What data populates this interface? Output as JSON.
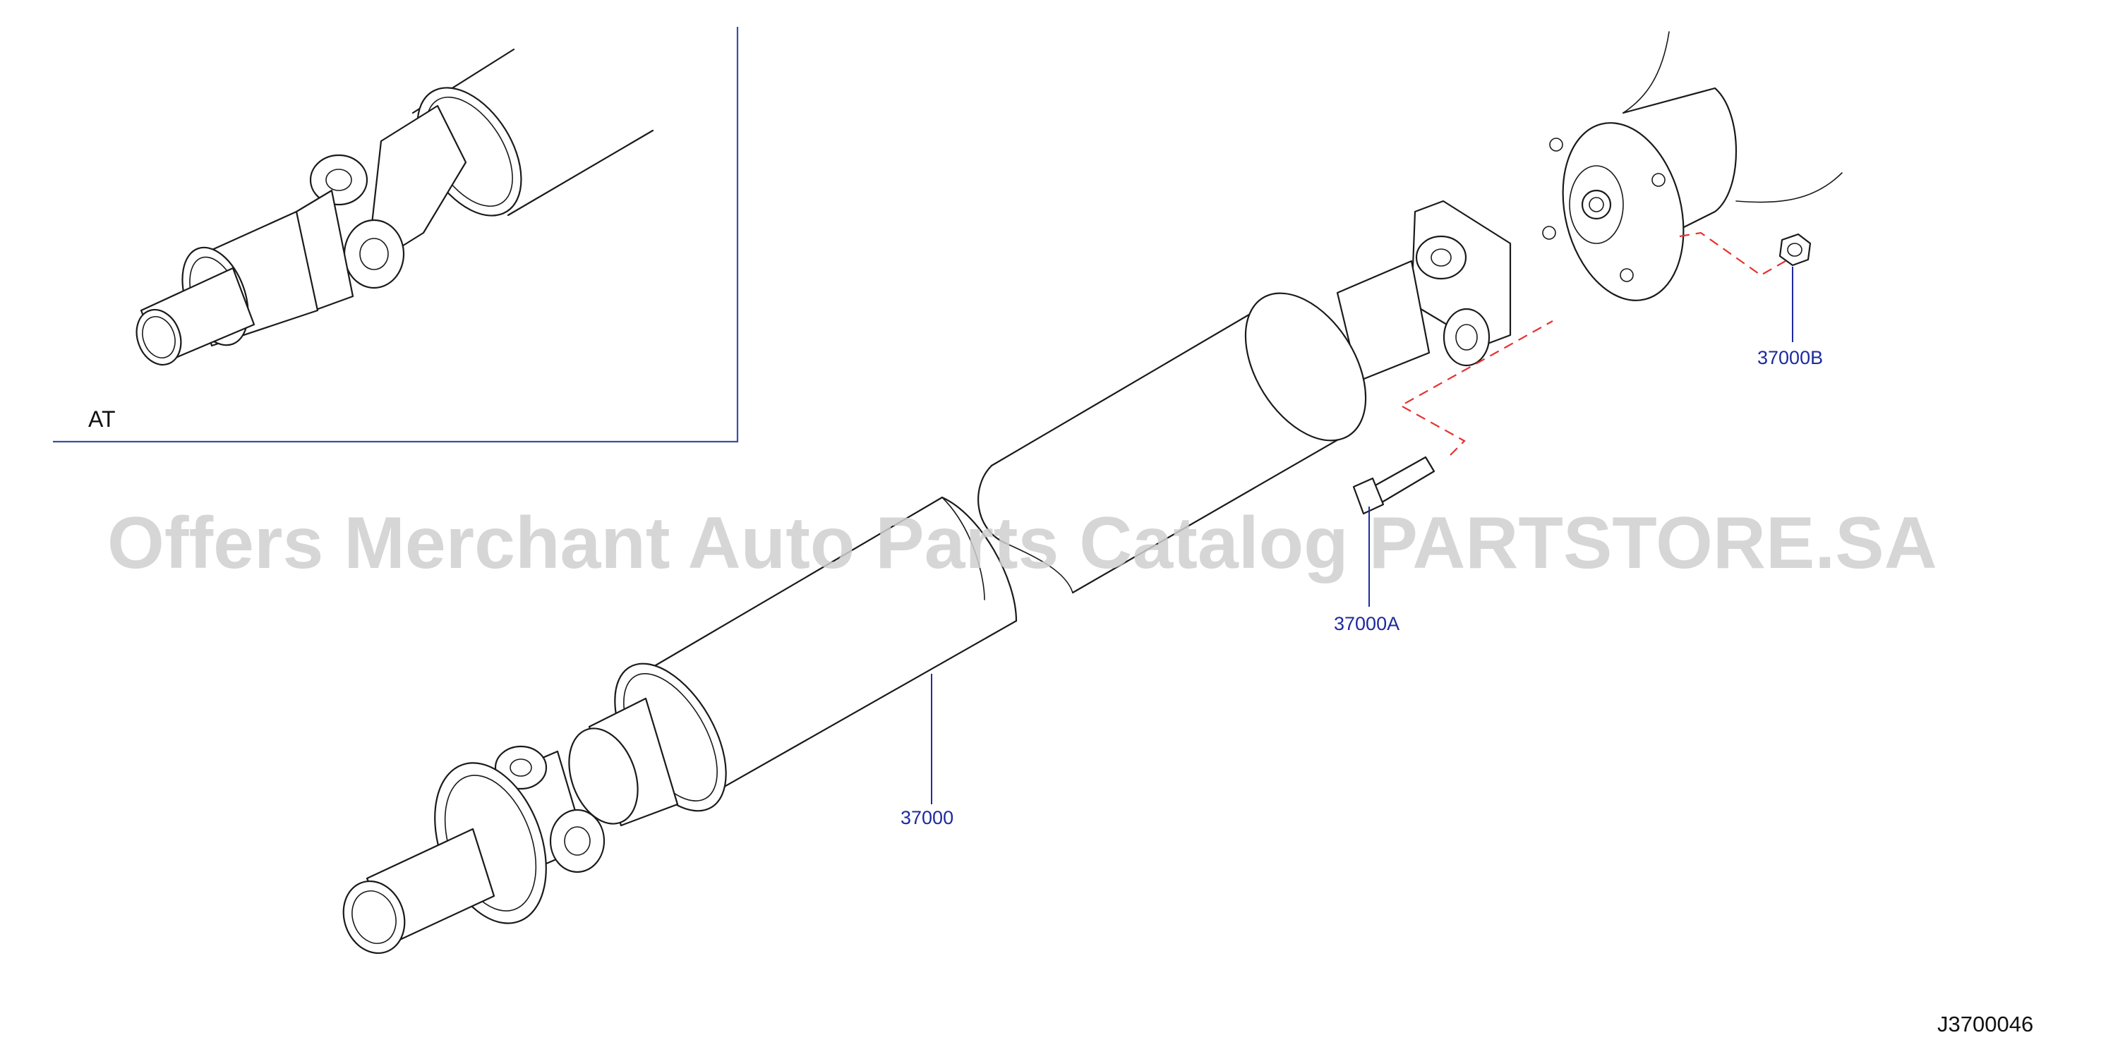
{
  "diagram": {
    "inset_label": "AT",
    "document_code": "J3700046",
    "watermark": "Offers Merchant Auto Parts Catalog PARTSTORE.SA",
    "callouts": {
      "shaft": "37000",
      "bolt": "37000A",
      "nut": "37000B"
    }
  },
  "colors": {
    "line_art": "#1a1a1a",
    "callout_text": "#1f2a9e",
    "dashed_guide": "#e83030",
    "inset_frame": "#3a4fa0",
    "watermark": "#cfcfcf"
  }
}
